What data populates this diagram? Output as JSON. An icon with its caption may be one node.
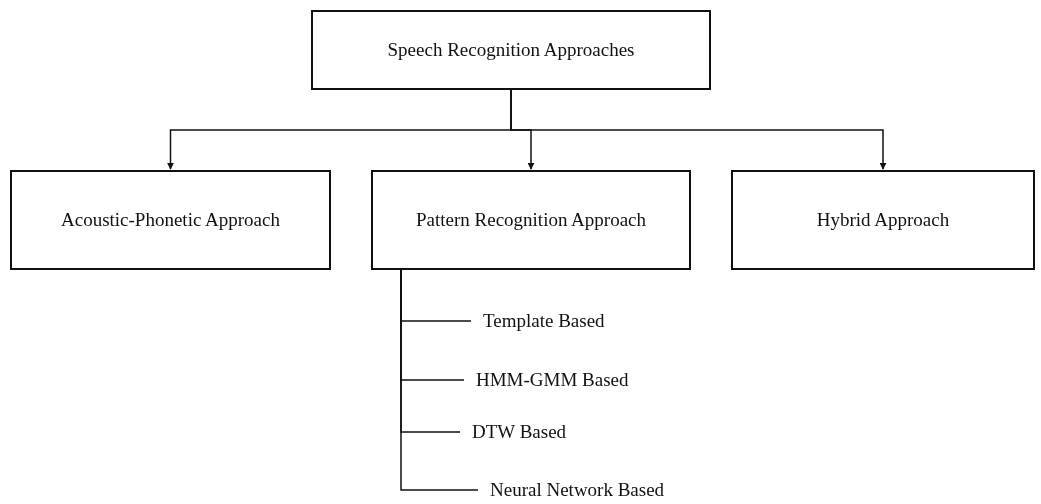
{
  "diagram": {
    "nodes": [
      {
        "text": [
          "Speech Recognition Approaches"
        ]
      },
      {
        "text": [
          "Acoustic-Phonetic Approach"
        ]
      },
      {
        "text": [
          "Pattern Recognition Approach"
        ]
      },
      {
        "text": [
          "Hybrid Approach"
        ]
      },
      {
        "text": [
          "Template Based"
        ]
      },
      {
        "text": [
          "HMM-GMM Based"
        ]
      },
      {
        "text": [
          "DTW Based"
        ]
      },
      {
        "text": [
          "Neural Network Based"
        ]
      }
    ],
    "edges": [
      {
        "from": 0,
        "to": 1,
        "arrow": "to"
      },
      {
        "from": 0,
        "to": 2,
        "arrow": "to"
      },
      {
        "from": 0,
        "to": 3,
        "arrow": "to"
      },
      {
        "from": 2,
        "to": 4,
        "arrow": "none"
      },
      {
        "from": 2,
        "to": 5,
        "arrow": "none"
      },
      {
        "from": 2,
        "to": 6,
        "arrow": "none"
      },
      {
        "from": 2,
        "to": 7,
        "arrow": "none"
      }
    ]
  }
}
